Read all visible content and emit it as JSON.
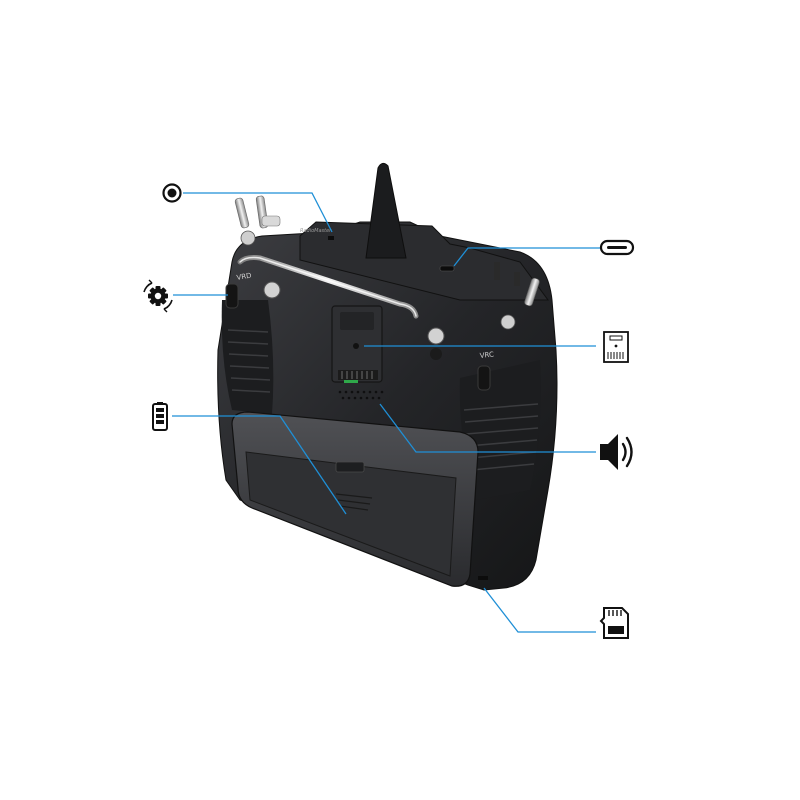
{
  "product": {
    "wheel_left_label": "VRD",
    "wheel_right_label": "VRC",
    "top_panel_text": "RadioMaster"
  },
  "callouts": {
    "line_color": "#1f8fd6",
    "items": [
      {
        "name": "trainer-port",
        "icon": "record-dot-icon"
      },
      {
        "name": "usb-c-port",
        "icon": "usb-c-icon"
      },
      {
        "name": "scroll-wheel",
        "icon": "rotate-gear-icon"
      },
      {
        "name": "module-bay",
        "icon": "module-bay-icon"
      },
      {
        "name": "battery-bay",
        "icon": "battery-icon"
      },
      {
        "name": "speaker",
        "icon": "speaker-icon"
      },
      {
        "name": "sd-card-slot",
        "icon": "sd-card-icon"
      }
    ]
  },
  "colors": {
    "body_dark": "#232426",
    "body_mid": "#3a3b3e",
    "accent_line": "#1f8fd6"
  }
}
